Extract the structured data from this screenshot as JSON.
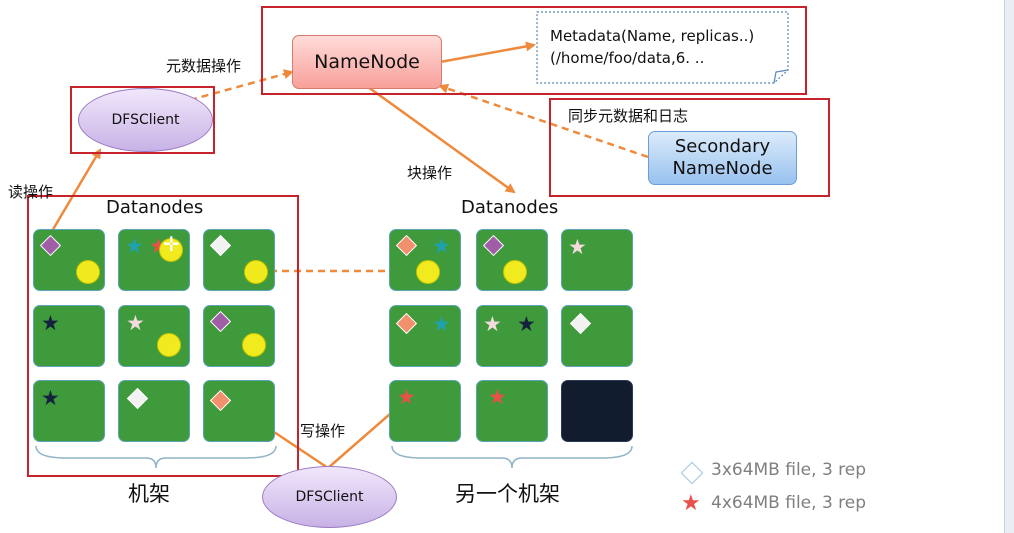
{
  "namenode": {
    "label": "NameNode"
  },
  "metadata": {
    "line1": "Metadata(Name, replicas..)",
    "line2": "(/home/foo/data,6. .."
  },
  "secondary": {
    "line1": "Secondary",
    "line2": "NameNode"
  },
  "dfsclient_top": {
    "label": "DFSClient"
  },
  "dfsclient_bottom": {
    "label": "DFSClient"
  },
  "edges": {
    "metadata_op": "元数据操作",
    "read_op": "读操作",
    "block_op": "块操作",
    "sync_op": "同步元数据和日志",
    "write_op": "写操作"
  },
  "rack_left": {
    "title": "Datanodes",
    "caption": "机架"
  },
  "rack_right": {
    "title": "Datanodes",
    "caption": "另一个机架"
  },
  "legend": [
    {
      "icon": "diamond-icon",
      "text": "3x64MB file, 3 rep"
    },
    {
      "icon": "star-icon",
      "text": "4x64MB file, 3 rep"
    }
  ],
  "colors": {
    "cell_green": "#3e9a3a",
    "highlight_red": "#c7232d",
    "arrow_orange": "#ef8a3c",
    "diamond_purple": "#a05ea6",
    "diamond_salmon": "#f0906c",
    "diamond_white": "#f2f2f2",
    "star_teal": "#1fa2ad",
    "star_navy": "#14223e",
    "star_pink": "#f4d9dd",
    "star_red": "#e9504a",
    "circle_yellow": "#f1ea1e"
  }
}
